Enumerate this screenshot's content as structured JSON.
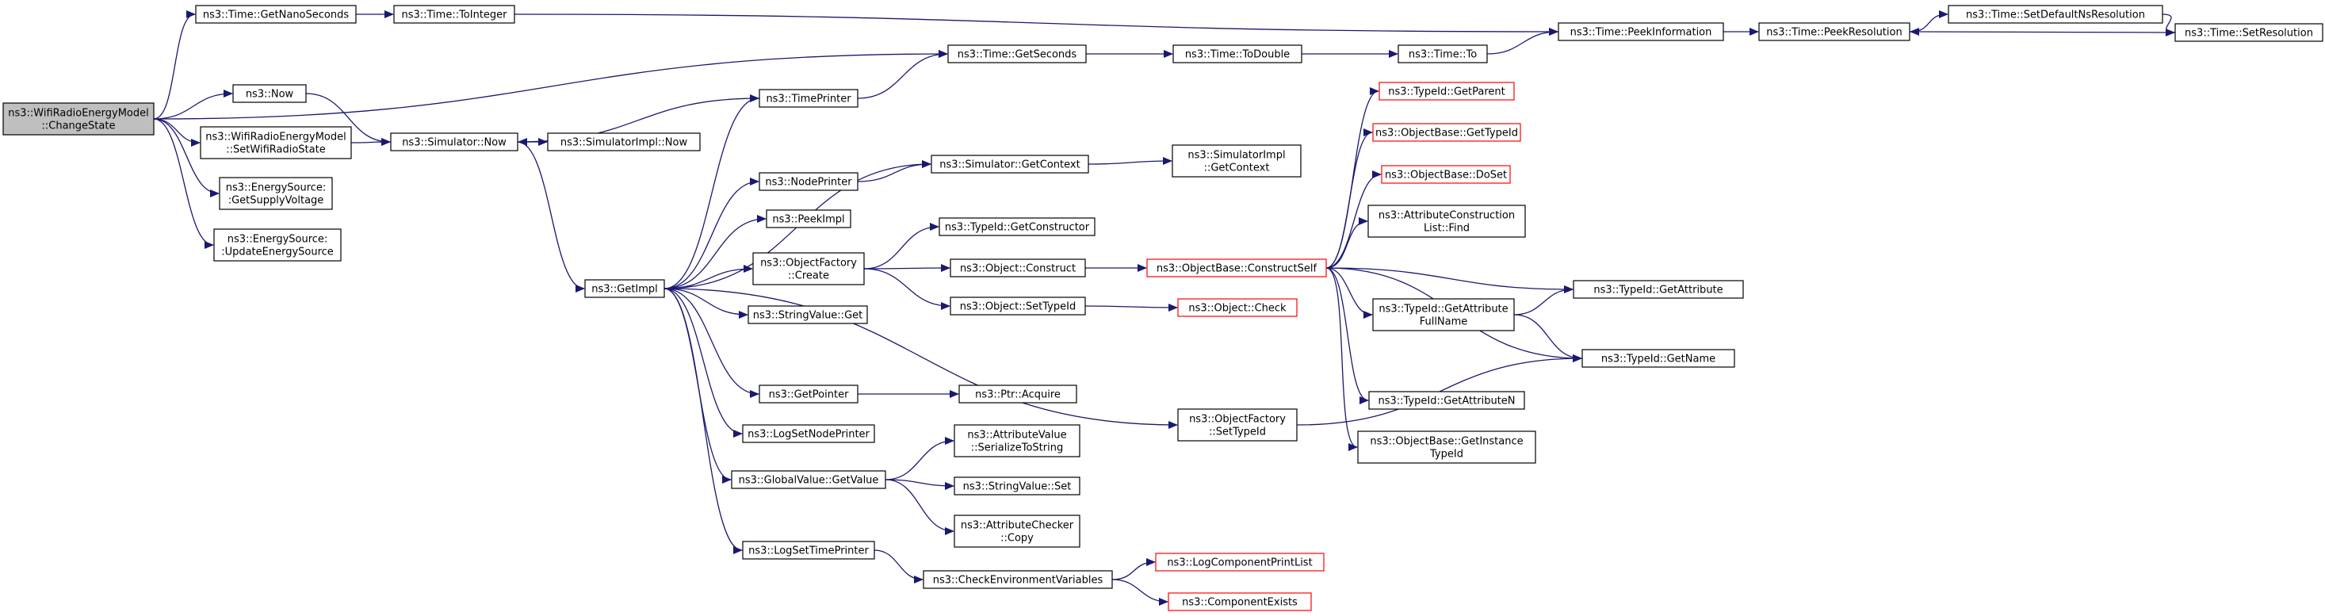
{
  "nodes": [
    {
      "id": "root",
      "lines": [
        "ns3::WifiRadioEnergyModel",
        "::ChangeState"
      ],
      "root": true
    },
    {
      "id": "getnano",
      "lines": [
        "ns3::Time::GetNanoSeconds"
      ]
    },
    {
      "id": "toint",
      "lines": [
        "ns3::Time::ToInteger"
      ]
    },
    {
      "id": "peekinfo",
      "lines": [
        "ns3::Time::PeekInformation"
      ]
    },
    {
      "id": "peekres",
      "lines": [
        "ns3::Time::PeekResolution"
      ]
    },
    {
      "id": "setdefres",
      "lines": [
        "ns3::Time::SetDefaultNsResolution"
      ]
    },
    {
      "id": "setres",
      "lines": [
        "ns3::Time::SetResolution"
      ]
    },
    {
      "id": "getsec",
      "lines": [
        "ns3::Time::GetSeconds"
      ]
    },
    {
      "id": "todouble",
      "lines": [
        "ns3::Time::ToDouble"
      ]
    },
    {
      "id": "to",
      "lines": [
        "ns3::Time::To"
      ]
    },
    {
      "id": "now",
      "lines": [
        "ns3::Now"
      ]
    },
    {
      "id": "setwifi",
      "lines": [
        "ns3::WifiRadioEnergyModel",
        "::SetWifiRadioState"
      ]
    },
    {
      "id": "simnow",
      "lines": [
        "ns3::Simulator::Now"
      ]
    },
    {
      "id": "simimplnow",
      "lines": [
        "ns3::SimulatorImpl::Now"
      ]
    },
    {
      "id": "timeprinter",
      "lines": [
        "ns3::TimePrinter"
      ]
    },
    {
      "id": "supply",
      "lines": [
        "ns3::EnergySource:",
        ":GetSupplyVoltage"
      ]
    },
    {
      "id": "update",
      "lines": [
        "ns3::EnergySource:",
        ":UpdateEnergySource"
      ]
    },
    {
      "id": "getimpl",
      "lines": [
        "ns3::GetImpl"
      ]
    },
    {
      "id": "nodeprinter",
      "lines": [
        "ns3::NodePrinter"
      ]
    },
    {
      "id": "simctx",
      "lines": [
        "ns3::Simulator::GetContext"
      ]
    },
    {
      "id": "simimplctx",
      "lines": [
        "ns3::SimulatorImpl",
        "::GetContext"
      ]
    },
    {
      "id": "peekimpl",
      "lines": [
        "ns3::PeekImpl"
      ]
    },
    {
      "id": "objfactcreate",
      "lines": [
        "ns3::ObjectFactory",
        "::Create"
      ]
    },
    {
      "id": "getctor",
      "lines": [
        "ns3::TypeId::GetConstructor"
      ]
    },
    {
      "id": "construct",
      "lines": [
        "ns3::Object::Construct"
      ]
    },
    {
      "id": "constructself",
      "lines": [
        "ns3::ObjectBase::ConstructSelf"
      ],
      "truncated": true
    },
    {
      "id": "setobjtypeid",
      "lines": [
        "ns3::Object::SetTypeId"
      ]
    },
    {
      "id": "check",
      "lines": [
        "ns3::Object::Check"
      ],
      "truncated": true
    },
    {
      "id": "strget",
      "lines": [
        "ns3::StringValue::Get"
      ]
    },
    {
      "id": "getparent",
      "lines": [
        "ns3::TypeId::GetParent"
      ],
      "truncated": true
    },
    {
      "id": "obgettypeid",
      "lines": [
        "ns3::ObjectBase::GetTypeId"
      ],
      "truncated": true
    },
    {
      "id": "doset",
      "lines": [
        "ns3::ObjectBase::DoSet"
      ],
      "truncated": true
    },
    {
      "id": "acfind",
      "lines": [
        "ns3::AttributeConstruction",
        "List::Find"
      ]
    },
    {
      "id": "getattr",
      "lines": [
        "ns3::TypeId::GetAttribute"
      ]
    },
    {
      "id": "getattrfull",
      "lines": [
        "ns3::TypeId::GetAttribute",
        "FullName"
      ]
    },
    {
      "id": "getname",
      "lines": [
        "ns3::TypeId::GetName"
      ]
    },
    {
      "id": "getattrn",
      "lines": [
        "ns3::TypeId::GetAttributeN"
      ]
    },
    {
      "id": "getinstance",
      "lines": [
        "ns3::ObjectBase::GetInstance",
        "TypeId"
      ]
    },
    {
      "id": "getpointer",
      "lines": [
        "ns3::GetPointer"
      ]
    },
    {
      "id": "acquire",
      "lines": [
        "ns3::Ptr::Acquire"
      ]
    },
    {
      "id": "lognodeprinter",
      "lines": [
        "ns3::LogSetNodePrinter"
      ]
    },
    {
      "id": "objfactset",
      "lines": [
        "ns3::ObjectFactory",
        "::SetTypeId"
      ]
    },
    {
      "id": "serialize",
      "lines": [
        "ns3::AttributeValue",
        "::SerializeToString"
      ]
    },
    {
      "id": "gvgetvalue",
      "lines": [
        "ns3::GlobalValue::GetValue"
      ]
    },
    {
      "id": "strset",
      "lines": [
        "ns3::StringValue::Set"
      ]
    },
    {
      "id": "checkercopy",
      "lines": [
        "ns3::AttributeChecker",
        "::Copy"
      ]
    },
    {
      "id": "logtimeprinter",
      "lines": [
        "ns3::LogSetTimePrinter"
      ]
    },
    {
      "id": "checkenv",
      "lines": [
        "ns3::CheckEnvironmentVariables"
      ]
    },
    {
      "id": "logcomplist",
      "lines": [
        "ns3::LogComponentPrintList"
      ],
      "truncated": true
    },
    {
      "id": "compexists",
      "lines": [
        "ns3::ComponentExists"
      ],
      "truncated": true
    }
  ],
  "edges": [
    [
      "root",
      "getnano"
    ],
    [
      "root",
      "getsec"
    ],
    [
      "root",
      "now"
    ],
    [
      "root",
      "setwifi"
    ],
    [
      "root",
      "supply"
    ],
    [
      "root",
      "update"
    ],
    [
      "getnano",
      "toint"
    ],
    [
      "toint",
      "peekinfo"
    ],
    [
      "peekinfo",
      "peekres"
    ],
    [
      "peekres",
      "setdefres"
    ],
    [
      "setdefres",
      "setres"
    ],
    [
      "setres",
      "peekres"
    ],
    [
      "getsec",
      "todouble"
    ],
    [
      "todouble",
      "to"
    ],
    [
      "to",
      "peekinfo"
    ],
    [
      "now",
      "simnow"
    ],
    [
      "setwifi",
      "simnow"
    ],
    [
      "simnow",
      "simimplnow"
    ],
    [
      "simnow",
      "getimpl"
    ],
    [
      "timeprinter",
      "getsec"
    ],
    [
      "timeprinter",
      "simnow"
    ],
    [
      "getimpl",
      "timeprinter"
    ],
    [
      "getimpl",
      "simctx"
    ],
    [
      "getimpl",
      "nodeprinter"
    ],
    [
      "getimpl",
      "peekimpl"
    ],
    [
      "getimpl",
      "objfactcreate"
    ],
    [
      "getimpl",
      "strget"
    ],
    [
      "getimpl",
      "objfactset"
    ],
    [
      "getimpl",
      "getpointer"
    ],
    [
      "getimpl",
      "lognodeprinter"
    ],
    [
      "getimpl",
      "gvgetvalue"
    ],
    [
      "getimpl",
      "logtimeprinter"
    ],
    [
      "nodeprinter",
      "simctx"
    ],
    [
      "simctx",
      "simimplctx"
    ],
    [
      "objfactcreate",
      "getctor"
    ],
    [
      "objfactcreate",
      "construct"
    ],
    [
      "objfactcreate",
      "setobjtypeid"
    ],
    [
      "construct",
      "constructself"
    ],
    [
      "setobjtypeid",
      "check"
    ],
    [
      "constructself",
      "getparent"
    ],
    [
      "constructself",
      "obgettypeid"
    ],
    [
      "constructself",
      "doset"
    ],
    [
      "constructself",
      "acfind"
    ],
    [
      "constructself",
      "getattr"
    ],
    [
      "constructself",
      "getattrfull"
    ],
    [
      "constructself",
      "getname"
    ],
    [
      "constructself",
      "getattrn"
    ],
    [
      "constructself",
      "getinstance"
    ],
    [
      "getattrfull",
      "getattr"
    ],
    [
      "getattrfull",
      "getname"
    ],
    [
      "objfactset",
      "getname"
    ],
    [
      "getpointer",
      "acquire"
    ],
    [
      "gvgetvalue",
      "serialize"
    ],
    [
      "gvgetvalue",
      "strset"
    ],
    [
      "gvgetvalue",
      "checkercopy"
    ],
    [
      "logtimeprinter",
      "checkenv"
    ],
    [
      "checkenv",
      "logcomplist"
    ],
    [
      "checkenv",
      "compexists"
    ]
  ],
  "colors": {
    "edge": "#191970",
    "node_border": "#000000",
    "truncated_border": "#ff0000",
    "root_fill": "#bfbfbf"
  }
}
